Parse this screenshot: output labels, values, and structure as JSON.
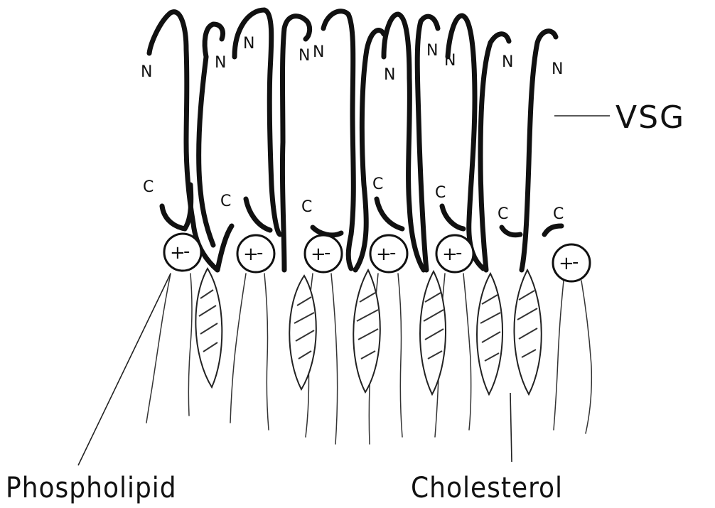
{
  "labels": {
    "vsg": "VSG",
    "phospholipid": "Phospholipid",
    "cholesterol": "Cholesterol",
    "n_terminus": "N",
    "c_terminus": "C",
    "plus": "+",
    "minus": "-"
  }
}
